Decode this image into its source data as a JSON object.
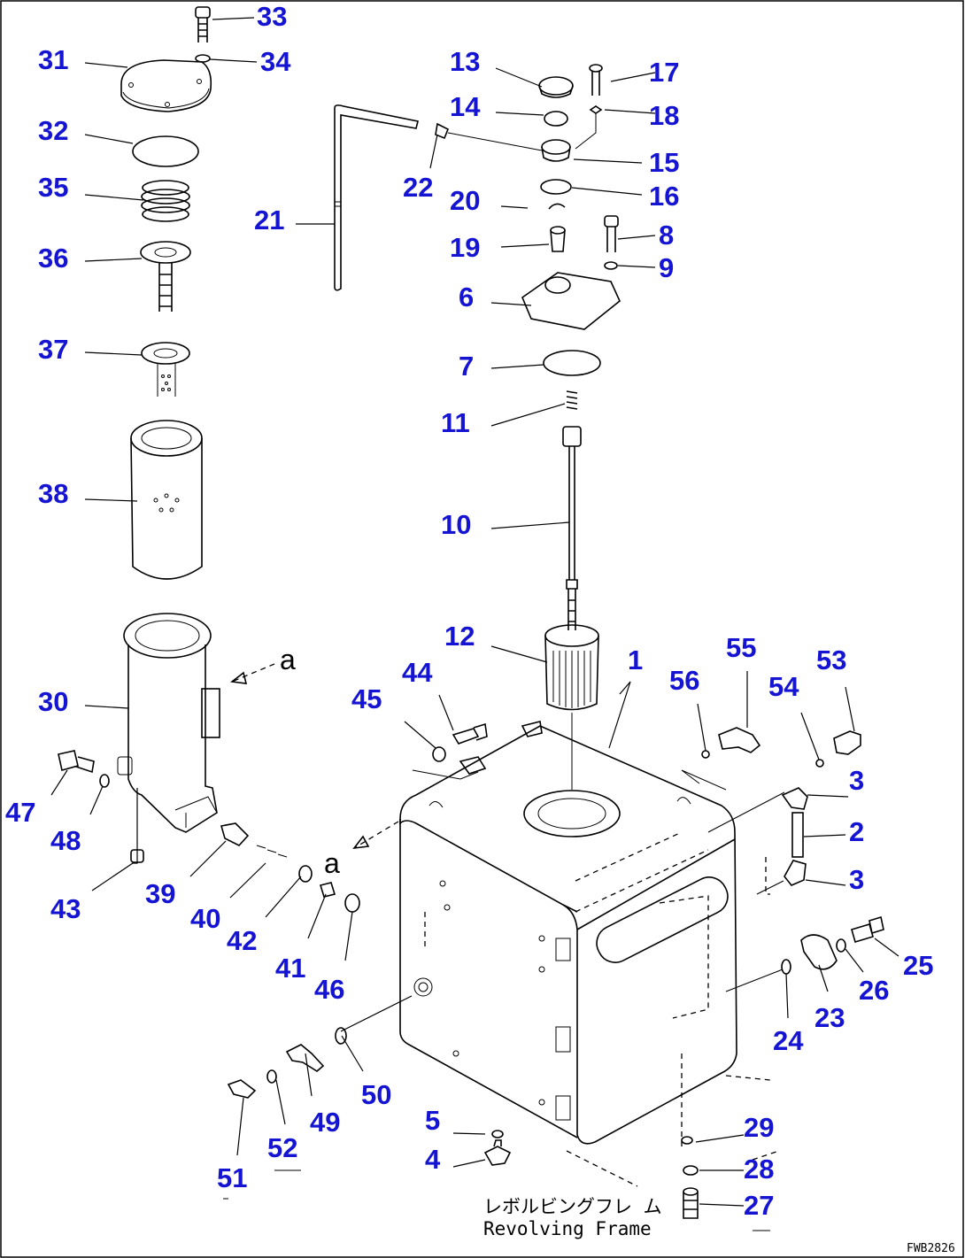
{
  "diagram": {
    "callouts": [
      {
        "id": "c33",
        "text": "33"
      },
      {
        "id": "c31",
        "text": "31"
      },
      {
        "id": "c34",
        "text": "34"
      },
      {
        "id": "c32",
        "text": "32"
      },
      {
        "id": "c35",
        "text": "35"
      },
      {
        "id": "c36",
        "text": "36"
      },
      {
        "id": "c37",
        "text": "37"
      },
      {
        "id": "c38",
        "text": "38"
      },
      {
        "id": "c30",
        "text": "30"
      },
      {
        "id": "c47",
        "text": "47"
      },
      {
        "id": "c48",
        "text": "48"
      },
      {
        "id": "c43",
        "text": "43"
      },
      {
        "id": "c39",
        "text": "39"
      },
      {
        "id": "c40",
        "text": "40"
      },
      {
        "id": "c42",
        "text": "42"
      },
      {
        "id": "c41",
        "text": "41"
      },
      {
        "id": "c46",
        "text": "46"
      },
      {
        "id": "c50",
        "text": "50"
      },
      {
        "id": "c49",
        "text": "49"
      },
      {
        "id": "c52",
        "text": "52"
      },
      {
        "id": "c51",
        "text": "51"
      },
      {
        "id": "c21",
        "text": "21"
      },
      {
        "id": "c22",
        "text": "22"
      },
      {
        "id": "c13",
        "text": "13"
      },
      {
        "id": "c14",
        "text": "14"
      },
      {
        "id": "c17",
        "text": "17"
      },
      {
        "id": "c18",
        "text": "18"
      },
      {
        "id": "c15",
        "text": "15"
      },
      {
        "id": "c16",
        "text": "16"
      },
      {
        "id": "c20",
        "text": "20"
      },
      {
        "id": "c19",
        "text": "19"
      },
      {
        "id": "c8",
        "text": "8"
      },
      {
        "id": "c9",
        "text": "9"
      },
      {
        "id": "c6",
        "text": "6"
      },
      {
        "id": "c7",
        "text": "7"
      },
      {
        "id": "c11",
        "text": "11"
      },
      {
        "id": "c10",
        "text": "10"
      },
      {
        "id": "c12",
        "text": "12"
      },
      {
        "id": "c1",
        "text": "1"
      },
      {
        "id": "c45",
        "text": "45"
      },
      {
        "id": "c44",
        "text": "44"
      },
      {
        "id": "c55",
        "text": "55"
      },
      {
        "id": "c56",
        "text": "56"
      },
      {
        "id": "c54",
        "text": "54"
      },
      {
        "id": "c53",
        "text": "53"
      },
      {
        "id": "c3a",
        "text": "3"
      },
      {
        "id": "c2",
        "text": "2"
      },
      {
        "id": "c3b",
        "text": "3"
      },
      {
        "id": "c25",
        "text": "25"
      },
      {
        "id": "c26",
        "text": "26"
      },
      {
        "id": "c23",
        "text": "23"
      },
      {
        "id": "c24",
        "text": "24"
      },
      {
        "id": "c29",
        "text": "29"
      },
      {
        "id": "c28",
        "text": "28"
      },
      {
        "id": "c27",
        "text": "27"
      },
      {
        "id": "c5",
        "text": "5"
      },
      {
        "id": "c4",
        "text": "4"
      }
    ],
    "view_arrow_label": "a",
    "frame_label_jp": "レボルビングフレ ム",
    "frame_label_en": "Revolving Frame",
    "drawing_ref": "FWB2826"
  }
}
